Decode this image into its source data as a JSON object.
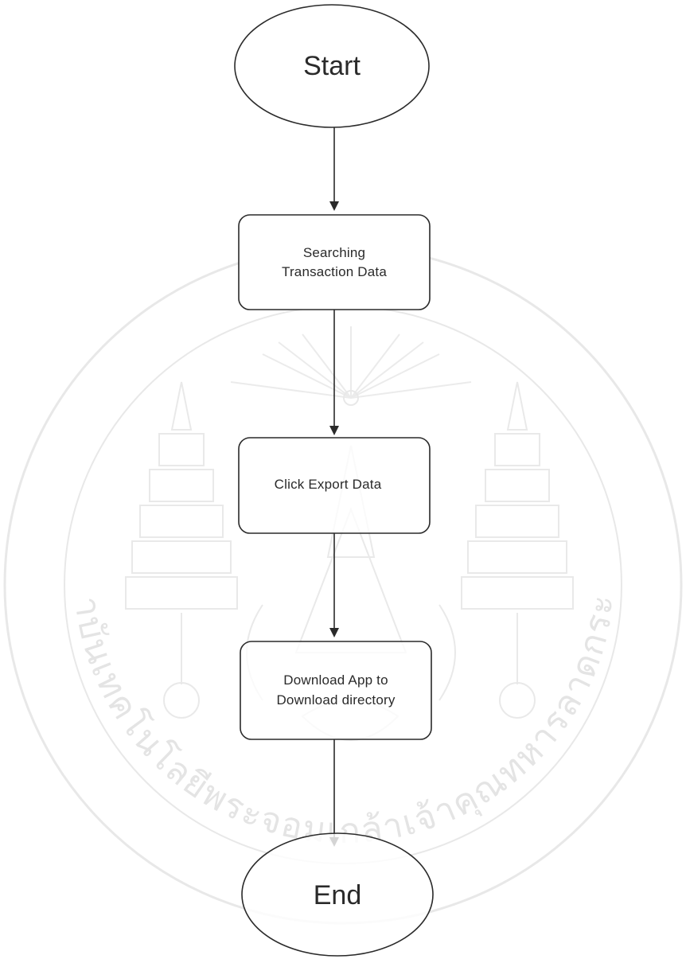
{
  "colors": {
    "stroke": "#2a2a2a",
    "watermark": "#d6d6d6",
    "background": "#ffffff"
  },
  "watermark": {
    "text_left": "สถาบันเทคโนโลยีพระจอมเกล้าเจ้าคุณทหารลาดกระบัง"
  },
  "nodes": {
    "start": {
      "label": "Start",
      "shape": "ellipse"
    },
    "search": {
      "line1": "Searching",
      "line2": "Transaction Data",
      "shape": "rounded-rect"
    },
    "export": {
      "label": "Click Export Data",
      "shape": "rounded-rect"
    },
    "download": {
      "line1": "Download App to",
      "line2": "Download directory",
      "shape": "rounded-rect"
    },
    "end": {
      "label": "End",
      "shape": "ellipse"
    }
  },
  "edges": [
    {
      "from": "start",
      "to": "search"
    },
    {
      "from": "search",
      "to": "export"
    },
    {
      "from": "export",
      "to": "download"
    },
    {
      "from": "download",
      "to": "end"
    }
  ]
}
